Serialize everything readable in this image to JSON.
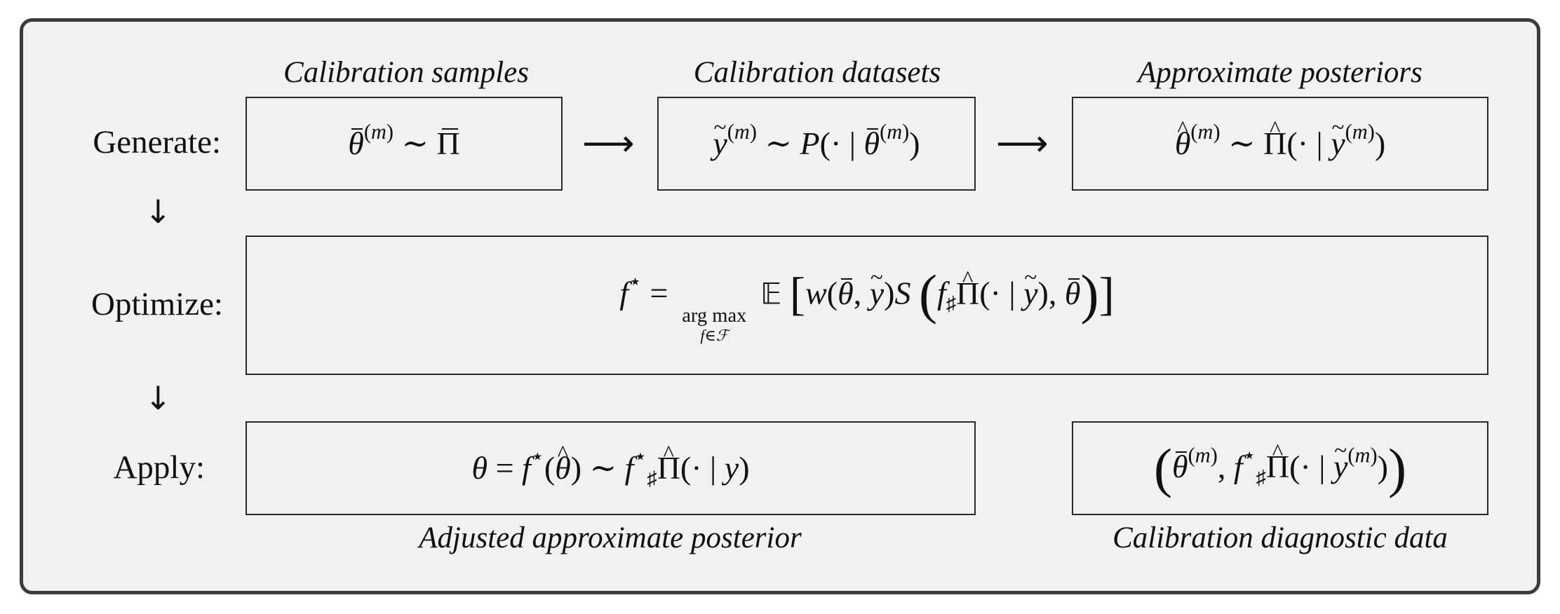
{
  "headers": {
    "samples": "Calibration samples",
    "datasets": "Calibration datasets",
    "posteriors": "Approximate posteriors"
  },
  "rows": {
    "generate": "Generate:",
    "optimize": "Optimize:",
    "apply": "Apply:"
  },
  "footers": {
    "adjusted": "Adjusted approximate posterior",
    "diagnostic": "Calibration diagnostic data"
  },
  "formulas": {
    "samples": "θ̄^(m) ∼ Π̄",
    "datasets": "ỹ^(m) ∼ P(· | θ̄^(m))",
    "posteriors": "θ̂^(m) ∼ Π̂(· | ỹ^(m))",
    "optimize": "f⋆ = arg max_{f∈F} E[w(θ̄, ỹ) S(f♯Π̂(· | ỹ), θ̄)]",
    "apply": "θ = f⋆(θ̂) ∼ f♯⋆Π̂(· | y)",
    "diagnostic": "(θ̄^(m), f♯⋆Π̂(· | ỹ^(m)))"
  },
  "formula_parts": {
    "m": "m",
    "y": "y",
    "P": "P",
    "f": "f",
    "w": "w",
    "S": "S",
    "argmax_top": "arg max",
    "argmax_bottom": "f∈ℱ",
    "expectation": "𝔼",
    "theta": "θ",
    "Pi": "Π",
    "sim": "∼",
    "star": "⋆",
    "sharp": "♯"
  },
  "arrows": {
    "right": "⟶",
    "down": "↓"
  }
}
